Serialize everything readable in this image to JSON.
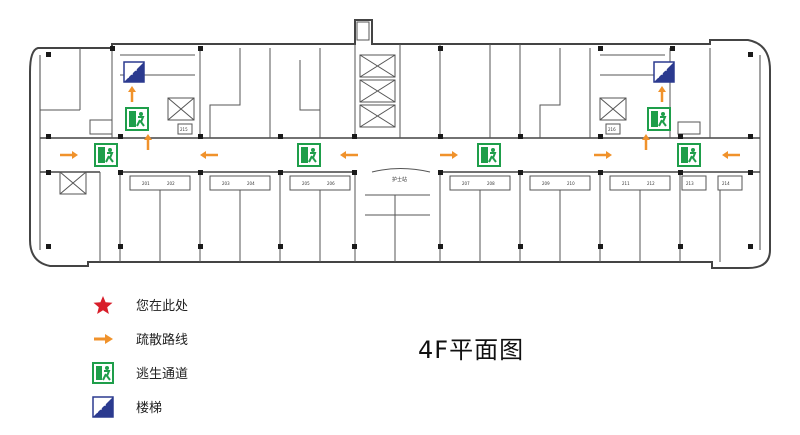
{
  "plan": {
    "nurse_station_label": "护士站",
    "room_labels": [
      "201",
      "202",
      "203",
      "204",
      "205",
      "206",
      "207",
      "208",
      "209",
      "210",
      "211",
      "212",
      "213",
      "214",
      "215",
      "216"
    ]
  },
  "legend": {
    "items": [
      {
        "icon": "red-star-icon",
        "label": "您在此处"
      },
      {
        "icon": "orange-arrow-icon",
        "label": "疏散路线"
      },
      {
        "icon": "emergency-exit-icon",
        "label": "逃生通道"
      },
      {
        "icon": "stairs-icon",
        "label": "楼梯"
      }
    ]
  },
  "title": "4F平面图",
  "colors": {
    "wall": "#444444",
    "column": "#1a1a1a",
    "arrow": "#f0922b",
    "exit_green": "#1e9e4a",
    "stairs_blue": "#2b3a8f",
    "star_red": "#d81e2a"
  }
}
